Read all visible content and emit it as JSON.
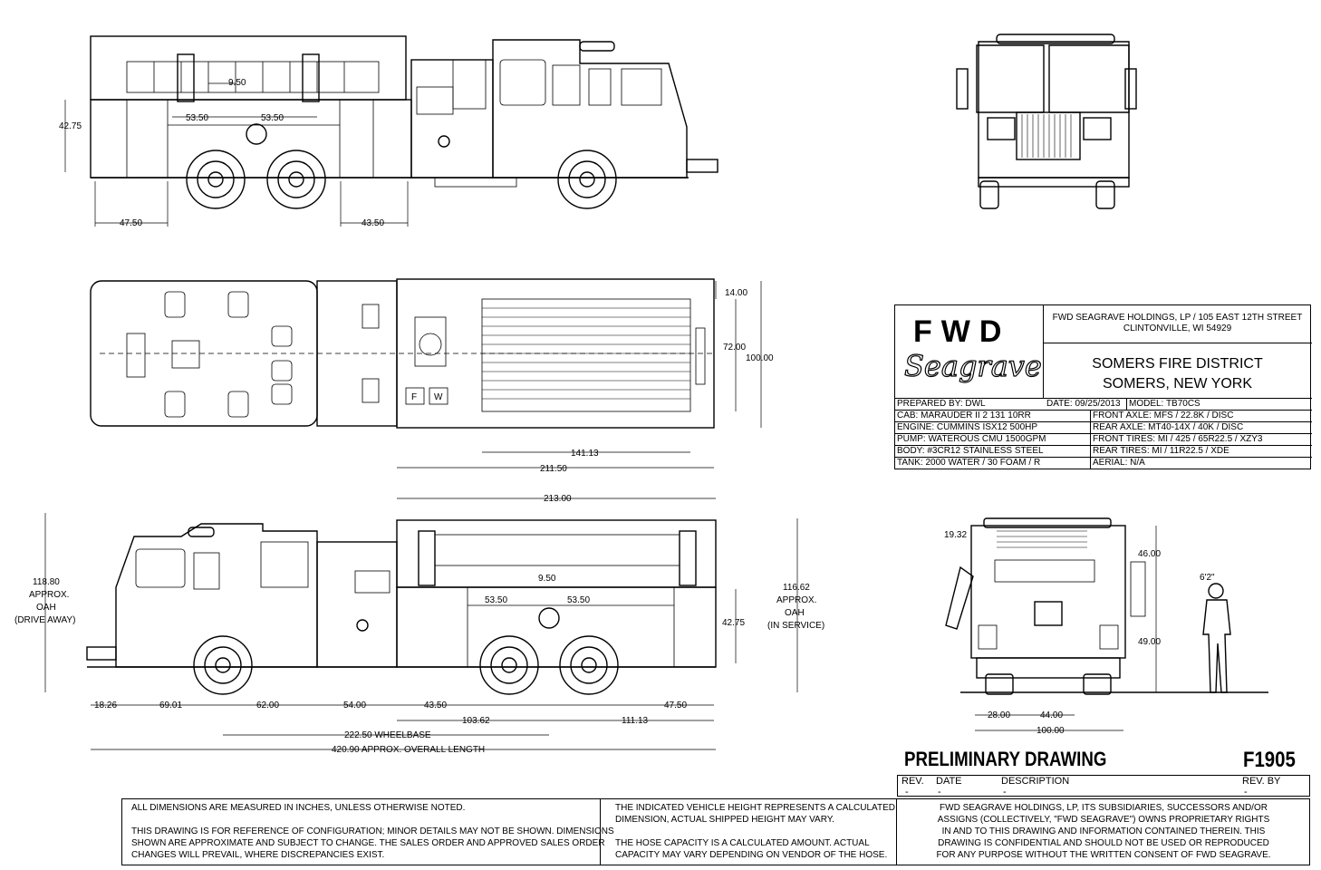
{
  "title_block": {
    "logo_text": "FWD",
    "brand_script": "Seagrave",
    "company_line1": "FWD SEAGRAVE HOLDINGS, LP / 105 EAST 12TH STREET",
    "company_line2": "CLINTONVILLE, WI 54929",
    "customer_line1": "SOMERS FIRE DISTRICT",
    "customer_line2": "SOMERS, NEW YORK",
    "prepared_by": "PREPARED BY:  DWL",
    "date": "DATE:  09/25/2013",
    "model": "MODEL:  TB70CS",
    "specs_left": [
      "CAB:  MARAUDER II 2 131 10RR",
      "ENGINE: CUMMINS ISX12 500HP",
      "PUMP:  WATEROUS CMU 1500GPM",
      "BODY:  #3CR12 STAINLESS STEEL",
      "TANK:  2000 WATER / 30 FOAM / R"
    ],
    "specs_right": [
      "FRONT AXLE:  MFS / 22.8K / DISC",
      "REAR AXLE:  MT40-14X / 40K / DISC",
      "FRONT TIRES:  MI / 425 / 65R22.5 / XZY3",
      "REAR TIRES:  MI / 11R22.5 / XDE",
      "AERIAL:  N/A"
    ]
  },
  "drawing_title": "PRELIMINARY DRAWING",
  "drawing_number": "F1905",
  "revision_table": {
    "headers": [
      "REV.",
      "DATE",
      "DESCRIPTION",
      "REV. BY"
    ],
    "row": [
      "-",
      "-",
      "-",
      "-"
    ]
  },
  "notes": {
    "left_1": "ALL DIMENSIONS ARE MEASURED IN INCHES, UNLESS OTHERWISE NOTED.",
    "left_2": "THIS DRAWING IS FOR REFERENCE OF CONFIGURATION; MINOR DETAILS MAY NOT BE SHOWN.  DIMENSIONS",
    "left_3": "SHOWN ARE APPROXIMATE AND SUBJECT TO CHANGE.  THE SALES ORDER AND APPROVED SALES ORDER",
    "left_4": "CHANGES WILL PREVAIL, WHERE DISCREPANCIES EXIST.",
    "mid_1": "THE INDICATED VEHICLE HEIGHT REPRESENTS A CALCULATED",
    "mid_2": "DIMENSION,  ACTUAL SHIPPED HEIGHT MAY VARY.",
    "mid_3": "THE HOSE CAPACITY IS A CALCULATED AMOUNT.  ACTUAL",
    "mid_4": "CAPACITY MAY VARY DEPENDING ON  VENDOR OF THE HOSE.",
    "right_1": "FWD SEAGRAVE HOLDINGS, LP, ITS SUBSIDIARIES, SUCCESSORS AND/OR",
    "right_2": "ASSIGNS (COLLECTIVELY, \"FWD SEAGRAVE\") OWNS PROPRIETARY RIGHTS",
    "right_3": "IN AND TO THIS DRAWING AND INFORMATION CONTAINED THEREIN. THIS",
    "right_4": "DRAWING IS CONFIDENTIAL AND SHOULD NOT BE USED OR REPRODUCED",
    "right_5": "FOR ANY PURPOSE WITHOUT THE WRITTEN CONSENT OF  FWD SEAGRAVE."
  },
  "dimensions": {
    "side_top": {
      "ladder_gap": "9.50",
      "compartment_a": "53.50",
      "compartment_b": "53.50",
      "height": "42.75",
      "rear_overhang": "47.50",
      "tandem": "43.50"
    },
    "plan": {
      "d1": "14.00",
      "d2": "72.00",
      "d3": "100.00",
      "d4": "141.13",
      "d5": "211.50",
      "bin_f": "F",
      "bin_w": "W"
    },
    "side_bottom": {
      "body_len": "213.00",
      "ladder_gap": "9.50",
      "comp_a": "53.50",
      "comp_b": "53.50",
      "oah_drive": [
        "118.80",
        "APPROX.",
        "OAH",
        "(DRIVE AWAY)"
      ],
      "oah_service": [
        "116.62",
        "APPROX.",
        "OAH",
        "(IN SERVICE)"
      ],
      "height": "42.75",
      "d_front": "18.26",
      "d_cab": "69.01",
      "d_62": "62.00",
      "d_54": "54.00",
      "d_4350": "43.50",
      "d_47": "47.50",
      "d_103": "103.62",
      "d_111": "111.13",
      "wheelbase": "222.50 WHEELBASE",
      "overall": "420.90 APPROX. OVERALL LENGTH"
    },
    "rear": {
      "d1932": "19.32",
      "d46": "46.00",
      "d49": "49.00",
      "d28": "28.00",
      "d44": "44.00",
      "d100": "100.00",
      "person": "6'2\""
    }
  }
}
